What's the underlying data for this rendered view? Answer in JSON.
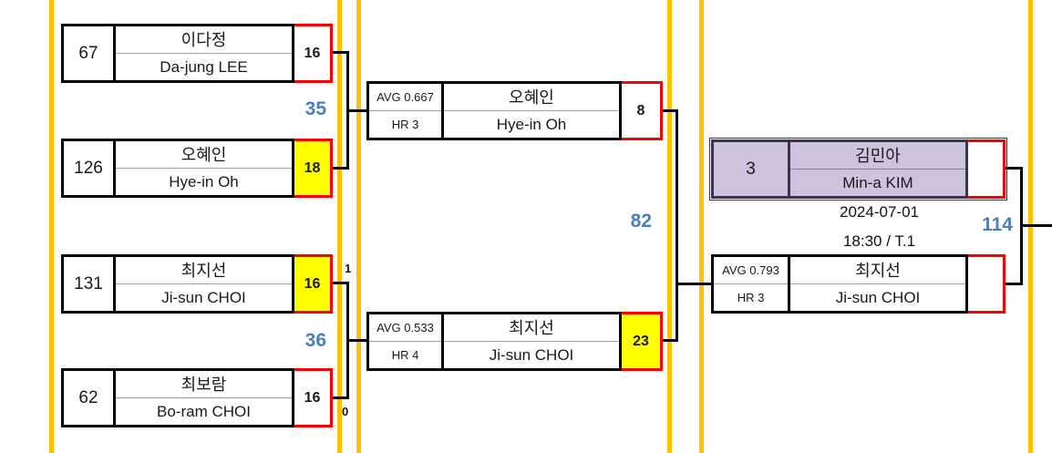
{
  "colors": {
    "column_divider_gold": "#FFC000",
    "winner_highlight_yellow": "#FFFF00",
    "score_border_red": "#FF0000",
    "points_blue": "#4A7EBE",
    "seeded_box_fill_purple": "#CCC3DC",
    "seeded_box_border_purple": "#403152"
  },
  "round1": [
    {
      "seed": "67",
      "name_ko": "이다정",
      "name_en": "Da-jung LEE",
      "score": "16",
      "winner": false
    },
    {
      "seed": "126",
      "name_ko": "오혜인",
      "name_en": "Hye-in Oh",
      "score": "18",
      "winner": true
    },
    {
      "seed": "131",
      "name_ko": "최지선",
      "name_en": "Ji-sun CHOI",
      "score": "16",
      "winner": true
    },
    {
      "seed": "62",
      "name_ko": "최보람",
      "name_en": "Bo-ram CHOI",
      "score": "16",
      "winner": false
    }
  ],
  "round2": [
    {
      "avg": "AVG 0.667",
      "hr": "HR 3",
      "name_ko": "오혜인",
      "name_en": "Hye-in Oh",
      "score": "8",
      "winner": false
    },
    {
      "avg": "AVG 0.533",
      "hr": "HR 4",
      "name_ko": "최지선",
      "name_en": "Ji-sun CHOI",
      "score": "23",
      "winner": true
    }
  ],
  "round3": [
    {
      "seed": "3",
      "name_ko": "김민아",
      "name_en": "Min-a KIM",
      "score": "",
      "seeded": true
    },
    {
      "avg": "AVG 0.793",
      "hr": "HR 3",
      "name_ko": "최지선",
      "name_en": "Ji-sun CHOI",
      "score": ""
    }
  ],
  "match_totals": {
    "match1": "35",
    "match2": "36",
    "match3": "82",
    "final": "114"
  },
  "set_indicators": {
    "upper": "1",
    "lower": "0"
  },
  "schedule": {
    "date": "2024-07-01",
    "time_table": "18:30 / T.1"
  },
  "chart_data": {
    "type": "table",
    "title": "Tournament bracket (knockout)",
    "rounds": [
      {
        "round": 1,
        "matches": [
          {
            "total_points": 35,
            "players": [
              {
                "seed": 67,
                "name_ko": "이다정",
                "name_en": "Da-jung LEE",
                "score": 16,
                "winner": false
              },
              {
                "seed": 126,
                "name_ko": "오혜인",
                "name_en": "Hye-in Oh",
                "score": 18,
                "winner": true
              }
            ]
          },
          {
            "total_points": 36,
            "set_scores": [
              1,
              0
            ],
            "players": [
              {
                "seed": 131,
                "name_ko": "최지선",
                "name_en": "Ji-sun CHOI",
                "score": 16,
                "winner": true
              },
              {
                "seed": 62,
                "name_ko": "최보람",
                "name_en": "Bo-ram CHOI",
                "score": 16,
                "winner": false
              }
            ]
          }
        ]
      },
      {
        "round": 2,
        "matches": [
          {
            "total_points": 82,
            "players": [
              {
                "name_ko": "오혜인",
                "name_en": "Hye-in Oh",
                "avg": 0.667,
                "hr": 3,
                "score": 8,
                "winner": false
              },
              {
                "name_ko": "최지선",
                "name_en": "Ji-sun CHOI",
                "avg": 0.533,
                "hr": 4,
                "score": 23,
                "winner": true
              }
            ]
          }
        ]
      },
      {
        "round": 3,
        "matches": [
          {
            "total_points": 114,
            "date": "2024-07-01",
            "time_table": "18:30 / T.1",
            "players": [
              {
                "seed": 3,
                "name_ko": "김민아",
                "name_en": "Min-a KIM",
                "seeded_bye": true
              },
              {
                "name_ko": "최지선",
                "name_en": "Ji-sun CHOI",
                "avg": 0.793,
                "hr": 3
              }
            ]
          }
        ]
      }
    ]
  }
}
